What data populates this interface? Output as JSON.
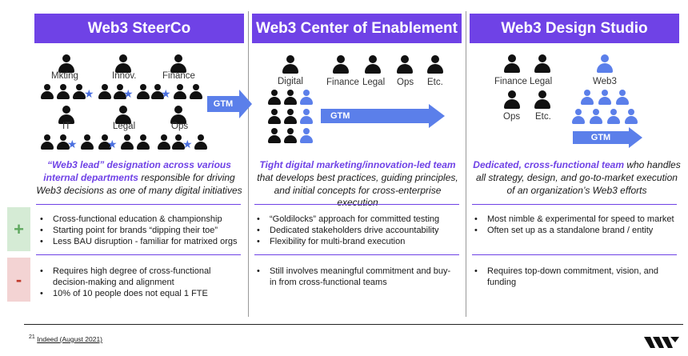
{
  "columns": [
    {
      "title": "Web3 SteerCo"
    },
    {
      "title": "Web3 Center of Enablement"
    },
    {
      "title": "Web3 Design Studio"
    }
  ],
  "steerco": {
    "groups": [
      "Mkting",
      "Innov.",
      "Finance",
      "IT",
      "Legal",
      "Ops"
    ],
    "arrow_label": "GTM"
  },
  "coe": {
    "groups": [
      "Digital",
      "Finance",
      "Legal",
      "Ops",
      "Etc."
    ],
    "arrow_label": "GTM"
  },
  "studio": {
    "groups": [
      "Finance",
      "Legal",
      "Ops",
      "Etc.",
      "Web3"
    ],
    "arrow_label": "GTM"
  },
  "descriptions": [
    {
      "highlight": "“Web3 lead” designation across various internal departments",
      "rest": " responsible for driving Web3 decisions as one of many digital initiatives"
    },
    {
      "highlight": "Tight digital marketing/innovation-led team",
      "rest": " that develops best practices, guiding principles, and initial concepts for cross-enterprise execution"
    },
    {
      "highlight": "Dedicated, cross-functional team",
      "rest": " who handles all strategy, design, and go-to-market execution of an organization’s Web3 efforts"
    }
  ],
  "pros": {
    "sign": "+",
    "color": "#5fa85f",
    "bg": "#d5ebd5",
    "columns": [
      [
        "Cross-functional education & championship",
        "Starting point for brands “dipping their toe”",
        "Less BAU disruption - familiar for matrixed orgs"
      ],
      [
        "“Goldilocks” approach for committed testing",
        "Dedicated stakeholders drive accountability",
        "Flexibility for multi-brand execution"
      ],
      [
        "Most nimble & experimental for speed to market",
        "Often set up as a standalone brand / entity"
      ]
    ]
  },
  "cons": {
    "sign": "-",
    "color": "#c0392b",
    "bg": "#f3d3d3",
    "columns": [
      [
        "Requires high degree of cross-functional decision-making and alignment",
        "10% of 10 people does not equal 1 FTE"
      ],
      [
        "Still involves meaningful commitment and buy-in from cross-functional teams"
      ],
      [
        "Requires top-down commitment, vision, and funding"
      ]
    ]
  },
  "footnote": {
    "sup": "21",
    "text": "Indeed (August 2021)"
  },
  "colors": {
    "purple": "#6f42e6",
    "blue": "#5b7fea",
    "black": "#111111"
  }
}
